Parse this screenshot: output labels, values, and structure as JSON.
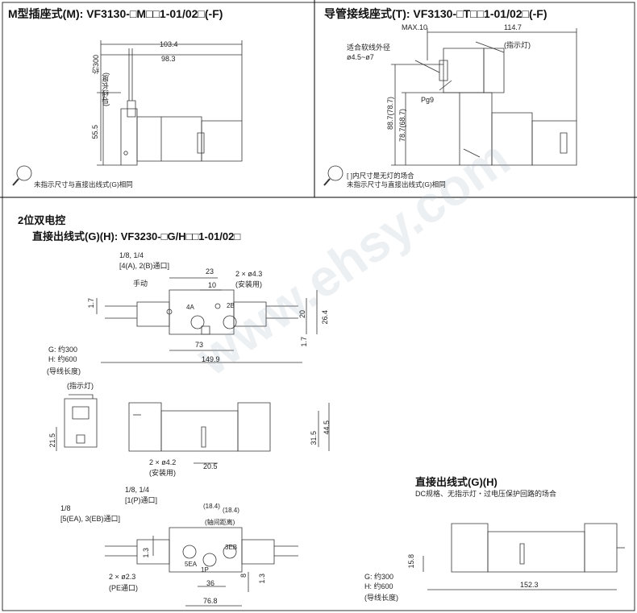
{
  "section_m": {
    "title": "M型插座式(M): VF3130-□M□□1-01/02□(-F)",
    "lead_length": "约300",
    "lead_length_label": "(导线长度)",
    "dim_103": "103.4",
    "dim_98": "98.3",
    "dim_55": "55.5",
    "note": "未指示尺寸与直接出线式(G)相同"
  },
  "section_t": {
    "title": "导管接线座式(T): VF3130-□T□□1-01/02□(-F)",
    "max": "MAX.10",
    "dim_114": "114.7",
    "cable_label": "适合软线外径",
    "cable_range": "ø4.5~ø7",
    "indicator": "(指示灯)",
    "pg9": "Pg9",
    "dim_88": "88.7(78.7)",
    "dim_78": "78.7(68.7)",
    "note": "[ ]内尺寸是无灯的场合"
  },
  "section_2pos": {
    "title": "2位双电控",
    "subtitle": "直接出线式(G)(H): VF3230-□G/H□□1-01/02□",
    "port_size": "1/8, 1/4",
    "port_label": "[4(A), 2(B)通口]",
    "manual": "手动",
    "dim_23": "23",
    "dim_10": "10",
    "mount_holes": "2 × ø4.3",
    "mount_label": "(安装用)",
    "dim_17a": "1.7",
    "dim_20": "20",
    "dim_264": "26.4",
    "dim_73": "73",
    "dim_17b": "1.7",
    "g_label": "G: 约300",
    "h_label": "H: 约600",
    "lead_label": "(导线长度)",
    "dim_1499": "149.9",
    "indicator": "(指示灯)",
    "dim_215": "21.5",
    "dim_445": "44.5",
    "dim_315": "31.5",
    "holes_42": "2 × ø4.2",
    "holes_42_label": "(安装用)",
    "dim_205": "20.5",
    "bottom_port_size": "1/8, 1/4",
    "bottom_port_label": "[1(P)通口]",
    "exh_size": "1/8",
    "exh_label": "[5(EA), 3(EB)通口]",
    "dim_184a": "(18.4)",
    "dim_184b": "(18.4)",
    "axis_label": "(轴间距离)",
    "dim_13a": "1.3",
    "dim_13b": "1.3",
    "dim_8": "8",
    "dim_36": "36",
    "pe_holes": "2 × ø2.3",
    "pe_label": "(PE通口)",
    "dim_768": "76.8",
    "port_5ea": "5EA",
    "port_3eb": "3EB",
    "port_1p": "1P",
    "port_4a": "4A",
    "port_2b": "2B"
  },
  "section_gh": {
    "title": "直接出线式(G)(H)",
    "subtitle": "DC规格、无指示灯・过电压保护回路的场合",
    "dim_158": "15.8",
    "g_label": "G: 约300",
    "h_label": "H: 约600",
    "lead_label": "(导线长度)",
    "dim_1523": "152.3"
  },
  "watermark": "www.ehsy.com",
  "colors": {
    "line": "#333333",
    "frame": "#000000",
    "watermark": "#c4d2e0"
  }
}
